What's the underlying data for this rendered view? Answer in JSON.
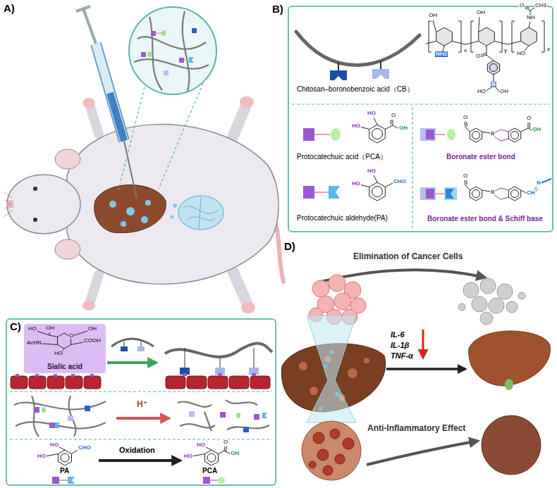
{
  "diagram": {
    "nodes": [
      {
        "text": [
          "B)"
        ]
      },
      {
        "text": [
          "C)"
        ]
      },
      {
        "text": [
          "Sialic acid"
        ],
        "in": 1
      }
    ],
    "labels": [
      "A)",
      "D)",
      "Chitosan–boronobenzoic acid（CB）",
      "OH",
      "NH2",
      "x",
      "OH",
      "O",
      "B",
      "HO",
      "OH",
      "y",
      "HO",
      "NH",
      "CH3",
      "O",
      "z",
      "HO",
      "HO",
      "O",
      "OH",
      "Protocatechuic acid（PCA）",
      "HO",
      "HO",
      "CHO",
      "Protocatechuic aldehyde(PA)",
      "O",
      "B",
      "OH",
      "O",
      "Boronate ester bond",
      "O",
      "B",
      "N",
      "CH",
      "Boronate ester bond & Schiff base",
      "HO",
      "OH",
      "O",
      "OH",
      "COOH",
      "AcHN",
      "HO",
      "H⁺",
      "Oxidation",
      "HO",
      "HO",
      "CHO",
      "PA",
      "HO",
      "HO",
      "O",
      "OH",
      "PCA",
      "Elimination of Cancer Cells",
      "IL-6",
      "IL-1β",
      "TNF-α",
      "Anti-Inflammatory Effect"
    ]
  }
}
